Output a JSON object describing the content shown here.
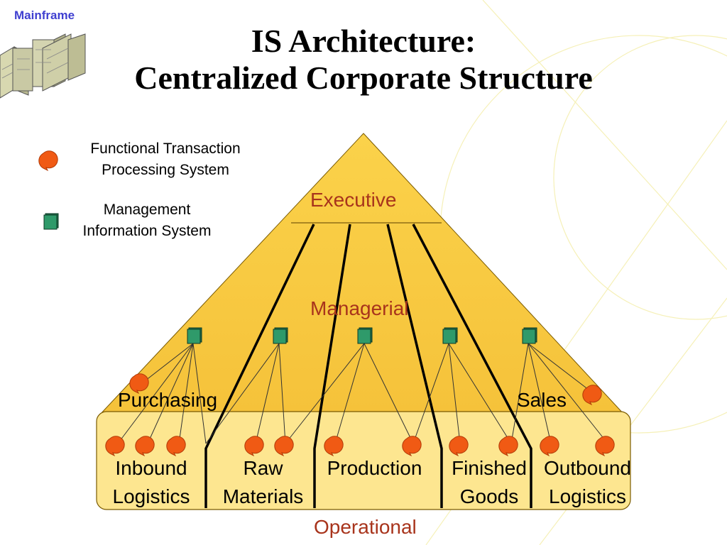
{
  "header": {
    "mainframe_label": "Mainframe",
    "title_line1": "IS Architecture:",
    "title_line2": "Centralized Corporate Structure"
  },
  "legend": {
    "tps_line1": "Functional Transaction",
    "tps_line2": "Processing System",
    "mis_line1": "Management",
    "mis_line2": "Information System"
  },
  "levels": {
    "executive": "Executive",
    "managerial": "Managerial",
    "operational": "Operational"
  },
  "departments": {
    "purchasing": "Purchasing",
    "sales": "Sales"
  },
  "functions": [
    {
      "line1": "Inbound",
      "line2": "Logistics"
    },
    {
      "line1": "Raw",
      "line2": "Materials"
    },
    {
      "line1": "Production",
      "line2": ""
    },
    {
      "line1": "Finished",
      "line2": "Goods"
    },
    {
      "line1": "Outbound",
      "line2": "Logistics"
    }
  ],
  "colors": {
    "pyramid_fill": "#f7c843",
    "operational_fill": "#fde690",
    "tps_node": "#f05a14",
    "mis_node": "#2f9a6a",
    "level_text": "#a8341c",
    "mainframe_label": "#3f3fd0"
  },
  "icons": {
    "mainframe": "mainframe-icon",
    "tps": "tps-node-icon",
    "mis": "mis-node-icon"
  }
}
